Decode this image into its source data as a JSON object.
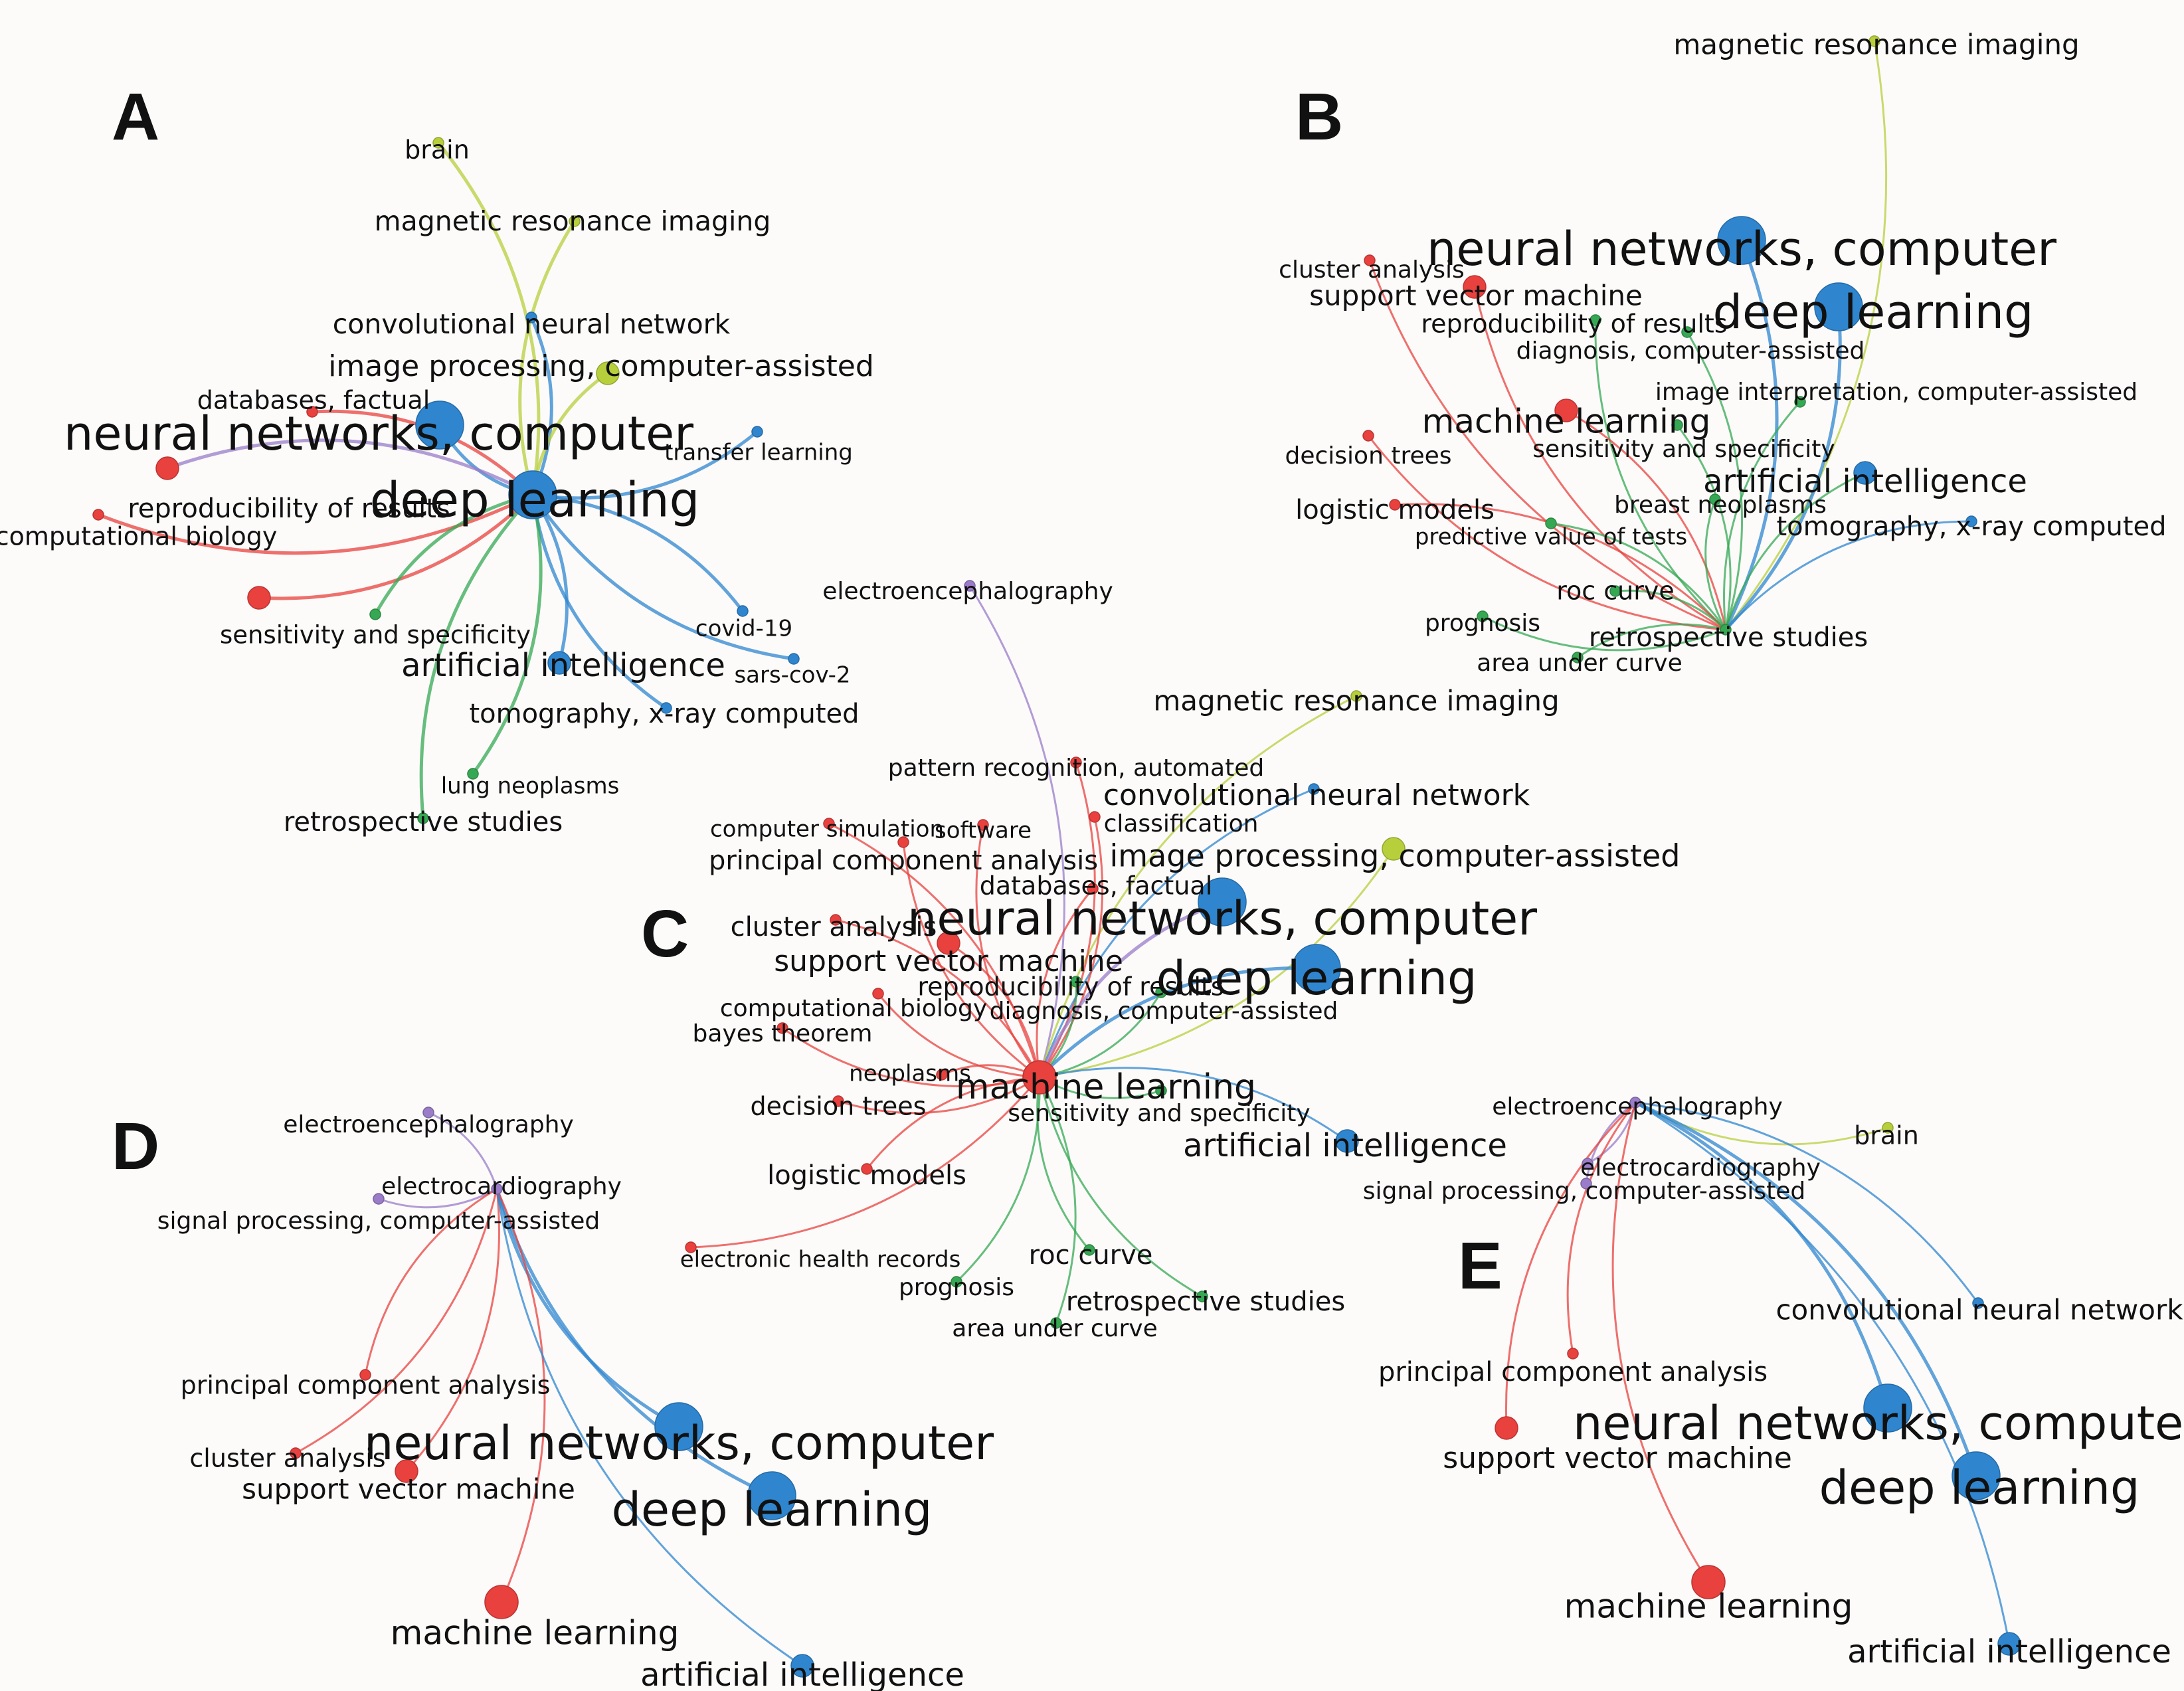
{
  "colors": {
    "red": "#e8413e",
    "blue": "#2f86cf",
    "green": "#36a853",
    "yellowgreen": "#b8cf3c",
    "purple": "#9a7cc8",
    "text": "#111111"
  },
  "panels": [
    {
      "id": "A",
      "letter": "A",
      "nodes": [
        {
          "id": "brain",
          "label": "brain",
          "color": "yellowgreen",
          "size": "s"
        },
        {
          "id": "mri",
          "label": "magnetic resonance imaging",
          "color": "yellowgreen",
          "size": "s"
        },
        {
          "id": "cnn",
          "label": "convolutional neural network",
          "color": "blue",
          "size": "s"
        },
        {
          "id": "ipca",
          "label": "image processing, computer-assisted",
          "color": "yellowgreen",
          "size": "m"
        },
        {
          "id": "dbf",
          "label": "databases, factual",
          "color": "red",
          "size": "s"
        },
        {
          "id": "nnc",
          "label": "neural networks, computer",
          "color": "blue",
          "size": "xl"
        },
        {
          "id": "tl",
          "label": "transfer learning",
          "color": "blue",
          "size": "s"
        },
        {
          "id": "cb",
          "label": "computational biology",
          "color": "red",
          "size": "s"
        },
        {
          "id": "ror",
          "label": "reproducibility of results",
          "color": "red",
          "size": "m"
        },
        {
          "id": "dl",
          "label": "deep learning",
          "color": "blue",
          "size": "xl"
        },
        {
          "id": "sas",
          "label": "sensitivity and specificity",
          "color": "red",
          "size": "m"
        },
        {
          "id": "sas2",
          "label": "",
          "color": "green",
          "size": "s"
        },
        {
          "id": "c19",
          "label": "covid-19",
          "color": "blue",
          "size": "s"
        },
        {
          "id": "sc2",
          "label": "sars-cov-2",
          "color": "blue",
          "size": "s"
        },
        {
          "id": "ai",
          "label": "artificial intelligence",
          "color": "blue",
          "size": "m"
        },
        {
          "id": "txc",
          "label": "tomography, x-ray computed",
          "color": "blue",
          "size": "s"
        },
        {
          "id": "ln",
          "label": "lung neoplasms",
          "color": "green",
          "size": "s"
        },
        {
          "id": "rs",
          "label": "retrospective studies",
          "color": "green",
          "size": "s"
        }
      ]
    },
    {
      "id": "B",
      "letter": "B",
      "nodes": [
        {
          "id": "mri",
          "label": "magnetic resonance imaging",
          "color": "yellowgreen",
          "size": "s"
        },
        {
          "id": "ca",
          "label": "cluster analysis",
          "color": "red",
          "size": "s"
        },
        {
          "id": "nnc",
          "label": "neural networks, computer",
          "color": "blue",
          "size": "xl"
        },
        {
          "id": "svm",
          "label": "support vector machine",
          "color": "red",
          "size": "m"
        },
        {
          "id": "dl",
          "label": "deep learning",
          "color": "blue",
          "size": "xl"
        },
        {
          "id": "ror",
          "label": "reproducibility of results",
          "color": "green",
          "size": "s"
        },
        {
          "id": "dca",
          "label": "diagnosis, computer-assisted",
          "color": "green",
          "size": "s"
        },
        {
          "id": "iica",
          "label": "image interpretation, computer-assisted",
          "color": "green",
          "size": "s"
        },
        {
          "id": "ml",
          "label": "machine learning",
          "color": "red",
          "size": "m"
        },
        {
          "id": "dt",
          "label": "decision trees",
          "color": "red",
          "size": "s"
        },
        {
          "id": "sas",
          "label": "sensitivity and specificity",
          "color": "green",
          "size": "s"
        },
        {
          "id": "ai",
          "label": "artificial intelligence",
          "color": "blue",
          "size": "m"
        },
        {
          "id": "lm",
          "label": "logistic models",
          "color": "red",
          "size": "s"
        },
        {
          "id": "bn",
          "label": "breast neoplasms",
          "color": "green",
          "size": "s"
        },
        {
          "id": "pvt",
          "label": "predictive value of tests",
          "color": "green",
          "size": "s"
        },
        {
          "id": "txc",
          "label": "tomography, x-ray computed",
          "color": "blue",
          "size": "s"
        },
        {
          "id": "roc",
          "label": "roc curve",
          "color": "green",
          "size": "s"
        },
        {
          "id": "prog",
          "label": "prognosis",
          "color": "green",
          "size": "s"
        },
        {
          "id": "rs",
          "label": "retrospective studies",
          "color": "green",
          "size": "s"
        },
        {
          "id": "auc",
          "label": "area under curve",
          "color": "green",
          "size": "s"
        }
      ]
    },
    {
      "id": "C",
      "letter": "C",
      "nodes": [
        {
          "id": "eeg",
          "label": "electroencephalography",
          "color": "purple",
          "size": "s"
        },
        {
          "id": "mri",
          "label": "magnetic resonance imaging",
          "color": "yellowgreen",
          "size": "s"
        },
        {
          "id": "pra",
          "label": "pattern recognition, automated",
          "color": "red",
          "size": "s"
        },
        {
          "id": "cnn",
          "label": "convolutional neural network",
          "color": "blue",
          "size": "s"
        },
        {
          "id": "csim",
          "label": "computer simulation",
          "color": "red",
          "size": "s"
        },
        {
          "id": "sw",
          "label": "software",
          "color": "red",
          "size": "s"
        },
        {
          "id": "cls",
          "label": "classification",
          "color": "red",
          "size": "s"
        },
        {
          "id": "pca",
          "label": "principal component analysis",
          "color": "red",
          "size": "s"
        },
        {
          "id": "ipca",
          "label": "image processing, computer-assisted",
          "color": "yellowgreen",
          "size": "m"
        },
        {
          "id": "dbf",
          "label": "databases, factual",
          "color": "red",
          "size": "s"
        },
        {
          "id": "ca",
          "label": "cluster analysis",
          "color": "red",
          "size": "s"
        },
        {
          "id": "nnc",
          "label": "neural networks, computer",
          "color": "blue",
          "size": "xl"
        },
        {
          "id": "svm",
          "label": "support vector machine",
          "color": "red",
          "size": "m"
        },
        {
          "id": "dl",
          "label": "deep learning",
          "color": "blue",
          "size": "xl"
        },
        {
          "id": "ror",
          "label": "reproducibility of results",
          "color": "green",
          "size": "s"
        },
        {
          "id": "cb",
          "label": "computational biology",
          "color": "red",
          "size": "s"
        },
        {
          "id": "dca",
          "label": "diagnosis, computer-assisted",
          "color": "green",
          "size": "s"
        },
        {
          "id": "bt",
          "label": "bayes theorem",
          "color": "red",
          "size": "s"
        },
        {
          "id": "neo",
          "label": "neoplasms",
          "color": "red",
          "size": "s"
        },
        {
          "id": "ml",
          "label": "machine learning",
          "color": "red",
          "size": "l"
        },
        {
          "id": "dt",
          "label": "decision trees",
          "color": "red",
          "size": "s"
        },
        {
          "id": "sas",
          "label": "sensitivity and specificity",
          "color": "green",
          "size": "s"
        },
        {
          "id": "ai",
          "label": "artificial intelligence",
          "color": "blue",
          "size": "m"
        },
        {
          "id": "lm",
          "label": "logistic models",
          "color": "red",
          "size": "s"
        },
        {
          "id": "ehr",
          "label": "electronic health records",
          "color": "red",
          "size": "s"
        },
        {
          "id": "roc",
          "label": "roc curve",
          "color": "green",
          "size": "s"
        },
        {
          "id": "prog",
          "label": "prognosis",
          "color": "green",
          "size": "s"
        },
        {
          "id": "rs",
          "label": "retrospective studies",
          "color": "green",
          "size": "s"
        },
        {
          "id": "auc",
          "label": "area under curve",
          "color": "green",
          "size": "s"
        }
      ]
    },
    {
      "id": "D",
      "letter": "D",
      "nodes": [
        {
          "id": "eeg",
          "label": "electroencephalography",
          "color": "purple",
          "size": "s"
        },
        {
          "id": "ecg",
          "label": "electrocardiography",
          "color": "purple",
          "size": "s"
        },
        {
          "id": "spca",
          "label": "signal processing, computer-assisted",
          "color": "purple",
          "size": "s"
        },
        {
          "id": "pca",
          "label": "principal component analysis",
          "color": "red",
          "size": "s"
        },
        {
          "id": "ca",
          "label": "cluster analysis",
          "color": "red",
          "size": "s"
        },
        {
          "id": "nnc",
          "label": "neural networks, computer",
          "color": "blue",
          "size": "xl"
        },
        {
          "id": "svm",
          "label": "support vector machine",
          "color": "red",
          "size": "m"
        },
        {
          "id": "dl",
          "label": "deep learning",
          "color": "blue",
          "size": "xl"
        },
        {
          "id": "ml",
          "label": "machine learning",
          "color": "red",
          "size": "l"
        },
        {
          "id": "ai",
          "label": "artificial intelligence",
          "color": "blue",
          "size": "m"
        }
      ]
    },
    {
      "id": "E",
      "letter": "E",
      "nodes": [
        {
          "id": "eeg",
          "label": "electroencephalography",
          "color": "purple",
          "size": "s"
        },
        {
          "id": "brain",
          "label": "brain",
          "color": "yellowgreen",
          "size": "s"
        },
        {
          "id": "ecg",
          "label": "electrocardiography",
          "color": "purple",
          "size": "s"
        },
        {
          "id": "spca",
          "label": "signal processing, computer-assisted",
          "color": "purple",
          "size": "s"
        },
        {
          "id": "cnn",
          "label": "convolutional neural network",
          "color": "blue",
          "size": "s"
        },
        {
          "id": "pca",
          "label": "principal component analysis",
          "color": "red",
          "size": "s"
        },
        {
          "id": "nnc",
          "label": "neural networks, computer",
          "color": "blue",
          "size": "xl"
        },
        {
          "id": "svm",
          "label": "support vector machine",
          "color": "red",
          "size": "m"
        },
        {
          "id": "dl",
          "label": "deep learning",
          "color": "blue",
          "size": "xl"
        },
        {
          "id": "ml",
          "label": "machine learning",
          "color": "red",
          "size": "l"
        },
        {
          "id": "ai",
          "label": "artificial intelligence",
          "color": "blue",
          "size": "m"
        }
      ]
    }
  ],
  "edges": {
    "A": [
      [
        "dl",
        "brain",
        "yellowgreen"
      ],
      [
        "dl",
        "mri",
        "yellowgreen"
      ],
      [
        "dl",
        "cnn",
        "blue"
      ],
      [
        "dl",
        "ipca",
        "yellowgreen"
      ],
      [
        "dl",
        "dbf",
        "red"
      ],
      [
        "dl",
        "nnc",
        "blue"
      ],
      [
        "dl",
        "tl",
        "blue"
      ],
      [
        "dl",
        "cb",
        "red"
      ],
      [
        "dl",
        "ror",
        "purple"
      ],
      [
        "dl",
        "sas",
        "red"
      ],
      [
        "dl",
        "sas2",
        "green"
      ],
      [
        "dl",
        "c19",
        "blue"
      ],
      [
        "dl",
        "sc2",
        "blue"
      ],
      [
        "dl",
        "ai",
        "blue"
      ],
      [
        "dl",
        "txc",
        "blue"
      ],
      [
        "dl",
        "ln",
        "green"
      ],
      [
        "dl",
        "rs",
        "green"
      ]
    ],
    "B": [
      [
        "rs",
        "mri",
        "yellowgreen"
      ],
      [
        "rs",
        "ca",
        "red"
      ],
      [
        "rs",
        "nnc",
        "blue"
      ],
      [
        "rs",
        "svm",
        "red"
      ],
      [
        "rs",
        "dl",
        "blue"
      ],
      [
        "rs",
        "ror",
        "green"
      ],
      [
        "rs",
        "dca",
        "green"
      ],
      [
        "rs",
        "iica",
        "green"
      ],
      [
        "rs",
        "ml",
        "red"
      ],
      [
        "rs",
        "dt",
        "red"
      ],
      [
        "rs",
        "sas",
        "green"
      ],
      [
        "rs",
        "ai",
        "green"
      ],
      [
        "rs",
        "lm",
        "red"
      ],
      [
        "rs",
        "bn",
        "green"
      ],
      [
        "rs",
        "pvt",
        "green"
      ],
      [
        "rs",
        "txc",
        "blue"
      ],
      [
        "rs",
        "roc",
        "green"
      ],
      [
        "rs",
        "prog",
        "green"
      ],
      [
        "rs",
        "auc",
        "green"
      ]
    ],
    "C": [
      [
        "ml",
        "eeg",
        "purple"
      ],
      [
        "ml",
        "mri",
        "yellowgreen"
      ],
      [
        "ml",
        "pra",
        "red"
      ],
      [
        "ml",
        "cnn",
        "blue"
      ],
      [
        "ml",
        "csim",
        "red"
      ],
      [
        "ml",
        "sw",
        "red"
      ],
      [
        "ml",
        "cls",
        "red"
      ],
      [
        "ml",
        "pca",
        "red"
      ],
      [
        "ml",
        "ipca",
        "yellowgreen"
      ],
      [
        "ml",
        "dbf",
        "red"
      ],
      [
        "ml",
        "ca",
        "red"
      ],
      [
        "ml",
        "nnc",
        "purple"
      ],
      [
        "ml",
        "svm",
        "red"
      ],
      [
        "ml",
        "dl",
        "blue"
      ],
      [
        "ml",
        "ror",
        "green"
      ],
      [
        "ml",
        "cb",
        "red"
      ],
      [
        "ml",
        "dca",
        "green"
      ],
      [
        "ml",
        "bt",
        "red"
      ],
      [
        "ml",
        "neo",
        "red"
      ],
      [
        "ml",
        "dt",
        "red"
      ],
      [
        "ml",
        "sas",
        "green"
      ],
      [
        "ml",
        "ai",
        "blue"
      ],
      [
        "ml",
        "lm",
        "red"
      ],
      [
        "ml",
        "ehr",
        "red"
      ],
      [
        "ml",
        "roc",
        "green"
      ],
      [
        "ml",
        "prog",
        "green"
      ],
      [
        "ml",
        "rs",
        "green"
      ],
      [
        "ml",
        "auc",
        "green"
      ]
    ],
    "D": [
      [
        "ecg",
        "eeg",
        "purple"
      ],
      [
        "ecg",
        "spca",
        "purple"
      ],
      [
        "ecg",
        "pca",
        "red"
      ],
      [
        "ecg",
        "ca",
        "red"
      ],
      [
        "ecg",
        "nnc",
        "blue"
      ],
      [
        "ecg",
        "svm",
        "red"
      ],
      [
        "ecg",
        "dl",
        "blue"
      ],
      [
        "ecg",
        "ml",
        "red"
      ],
      [
        "ecg",
        "ai",
        "blue"
      ]
    ],
    "E": [
      [
        "eeg",
        "brain",
        "yellowgreen"
      ],
      [
        "eeg",
        "ecg",
        "purple"
      ],
      [
        "eeg",
        "spca",
        "purple"
      ],
      [
        "eeg",
        "cnn",
        "blue"
      ],
      [
        "eeg",
        "pca",
        "red"
      ],
      [
        "eeg",
        "nnc",
        "blue"
      ],
      [
        "eeg",
        "svm",
        "red"
      ],
      [
        "eeg",
        "dl",
        "blue"
      ],
      [
        "eeg",
        "ml",
        "red"
      ],
      [
        "eeg",
        "ai",
        "blue"
      ]
    ]
  }
}
